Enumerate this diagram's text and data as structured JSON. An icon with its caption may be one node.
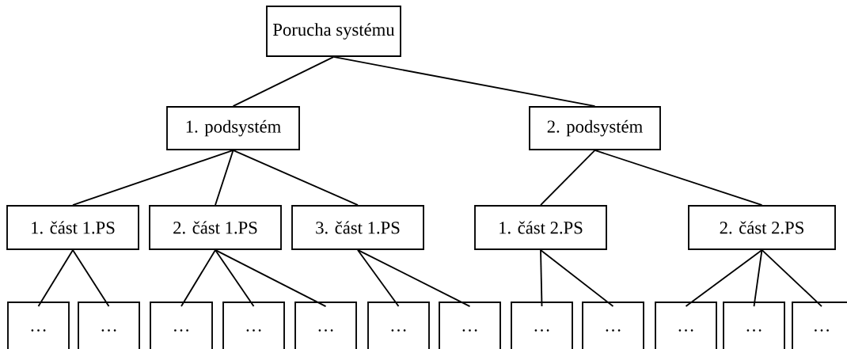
{
  "diagram": {
    "nodes": [
      {
        "text": [
          "Porucha systému"
        ]
      },
      {
        "text": [
          "1. podsystém"
        ]
      },
      {
        "text": [
          "2. podsystém"
        ]
      },
      {
        "text": [
          "1. část 1.PS"
        ]
      },
      {
        "text": [
          "2. část 1.PS"
        ]
      },
      {
        "text": [
          "3. část 1.PS"
        ]
      },
      {
        "text": [
          "1. část 2.PS"
        ]
      },
      {
        "text": [
          "2. část 2.PS"
        ]
      },
      {
        "text": [
          "…"
        ]
      },
      {
        "text": [
          "…"
        ]
      },
      {
        "text": [
          "…"
        ]
      },
      {
        "text": [
          "…"
        ]
      },
      {
        "text": [
          "…"
        ]
      },
      {
        "text": [
          "…"
        ]
      },
      {
        "text": [
          "…"
        ]
      },
      {
        "text": [
          "…"
        ]
      },
      {
        "text": [
          "…"
        ]
      },
      {
        "text": [
          "…"
        ]
      },
      {
        "text": [
          "…"
        ]
      },
      {
        "text": [
          "…"
        ]
      }
    ],
    "edges": [
      {
        "from": 0,
        "to": 1,
        "arrow": "none"
      },
      {
        "from": 0,
        "to": 2,
        "arrow": "none"
      },
      {
        "from": 1,
        "to": 3,
        "arrow": "none"
      },
      {
        "from": 1,
        "to": 4,
        "arrow": "none"
      },
      {
        "from": 1,
        "to": 5,
        "arrow": "none"
      },
      {
        "from": 2,
        "to": 6,
        "arrow": "none"
      },
      {
        "from": 2,
        "to": 7,
        "arrow": "none"
      },
      {
        "from": 3,
        "to": 8,
        "arrow": "none"
      },
      {
        "from": 3,
        "to": 9,
        "arrow": "none"
      },
      {
        "from": 4,
        "to": 10,
        "arrow": "none"
      },
      {
        "from": 4,
        "to": 11,
        "arrow": "none"
      },
      {
        "from": 4,
        "to": 12,
        "arrow": "none"
      },
      {
        "from": 5,
        "to": 13,
        "arrow": "none"
      },
      {
        "from": 5,
        "to": 14,
        "arrow": "none"
      },
      {
        "from": 6,
        "to": 15,
        "arrow": "none"
      },
      {
        "from": 6,
        "to": 16,
        "arrow": "none"
      },
      {
        "from": 7,
        "to": 17,
        "arrow": "none"
      },
      {
        "from": 7,
        "to": 18,
        "arrow": "none"
      },
      {
        "from": 7,
        "to": 19,
        "arrow": "none"
      }
    ]
  }
}
